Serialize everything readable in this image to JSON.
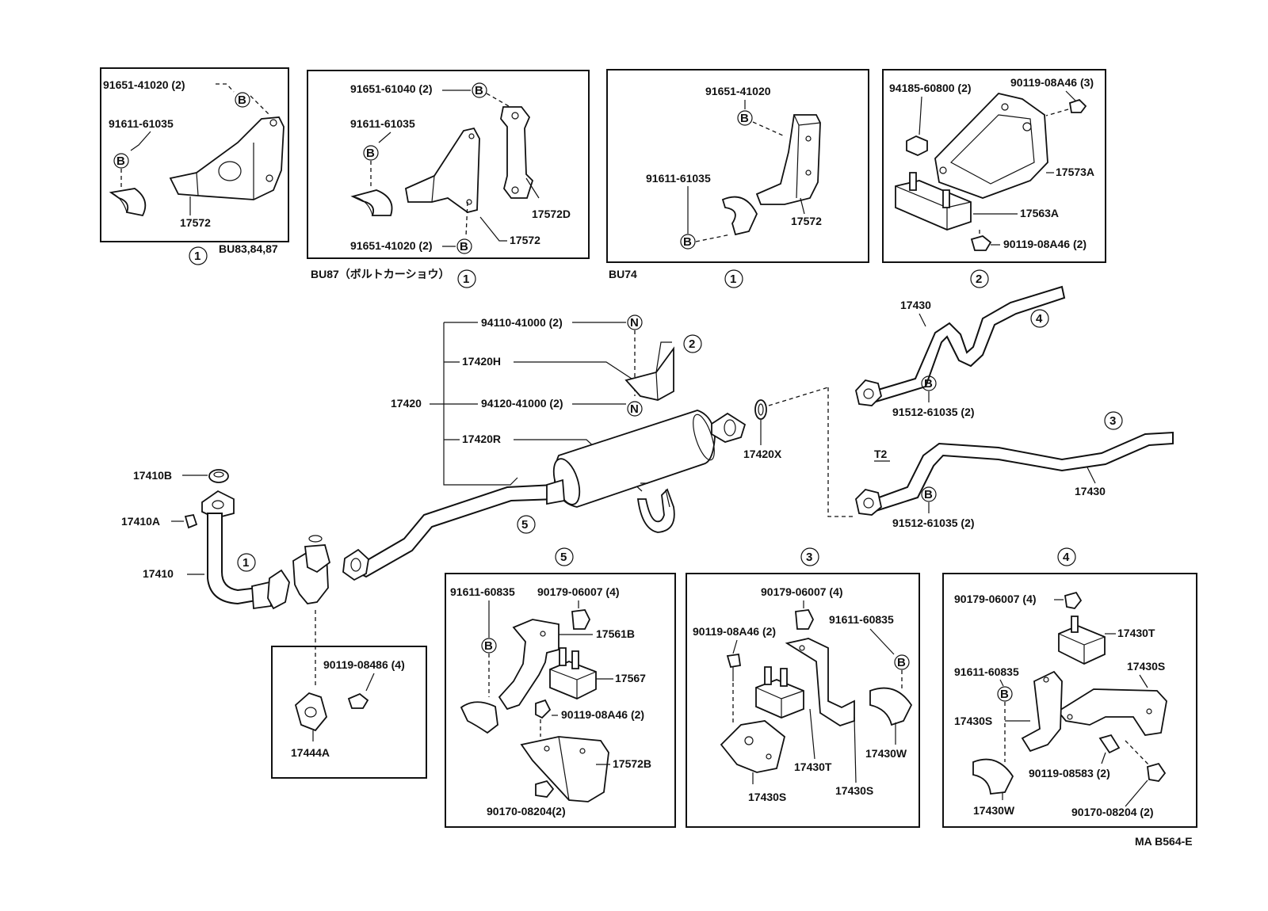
{
  "labels": {
    "p91651_41020_2_a": "91651-41020 (2)",
    "p91611_61035_a": "91611-61035",
    "p17572_a": "17572",
    "bu83": "BU83,84,87",
    "p91651_61040_2": "91651-61040 (2)",
    "p91611_61035_b": "91611-61035",
    "p17572d": "17572D",
    "p91651_41020_2_b": "91651-41020 (2)",
    "p17572_b": "17572",
    "bu87": "BU87（ボルトカーショウ）",
    "p91651_41020": "91651-41020",
    "p91611_61035_c": "91611-61035",
    "p17572_c": "17572",
    "bu74": "BU74",
    "p94185_60800_2": "94185-60800 (2)",
    "p90119_08a46_3": "90119-08A46 (3)",
    "p17573a": "17573A",
    "p17563a": "17563A",
    "p90119_08a46_2_top": "90119-08A46 (2)",
    "p94110_41000_2": "94110-41000 (2)",
    "p17420h": "17420H",
    "p17420": "17420",
    "p94120_41000_2": "94120-41000 (2)",
    "p17420r": "17420R",
    "p17420x": "17420X",
    "p17430_top": "17430",
    "p91512_61035_2_a": "91512-61035 (2)",
    "t2": "T2",
    "p17430_mid": "17430",
    "p91512_61035_2_b": "91512-61035 (2)",
    "p17410b": "17410B",
    "p17410a": "17410A",
    "p17410": "17410",
    "p90119_08486_4": "90119-08486 (4)",
    "p17444a": "17444A",
    "p91611_60835_a": "91611-60835",
    "p90179_06007_4_a": "90179-06007 (4)",
    "p17561b": "17561B",
    "p17567": "17567",
    "p90119_08a46_2_b5": "90119-08A46 (2)",
    "p17572b": "17572B",
    "p90170_08204_2_a": "90170-08204(2)",
    "p90179_06007_4_b": "90179-06007 (4)",
    "p90119_08a46_2_b3": "90119-08A46 (2)",
    "p91611_60835_b": "91611-60835",
    "p17430t_a": "17430T",
    "p17430w_a": "17430W",
    "p17430s_a": "17430S",
    "p17430s_b": "17430S",
    "p90179_06007_4_c": "90179-06007 (4)",
    "p17430t_b": "17430T",
    "p91611_60835_c": "91611-60835",
    "p17430s_c": "17430S",
    "p17430s_d": "17430S",
    "p90119_08583_2": "90119-08583 (2)",
    "p17430w_b": "17430W",
    "p90170_08204_2_b": "90170-08204 (2)",
    "code": "MA B564-E"
  },
  "markers": {
    "b": "B",
    "n": "N",
    "c1": "1",
    "c2": "2",
    "c3": "3",
    "c4": "4",
    "c5": "5"
  }
}
